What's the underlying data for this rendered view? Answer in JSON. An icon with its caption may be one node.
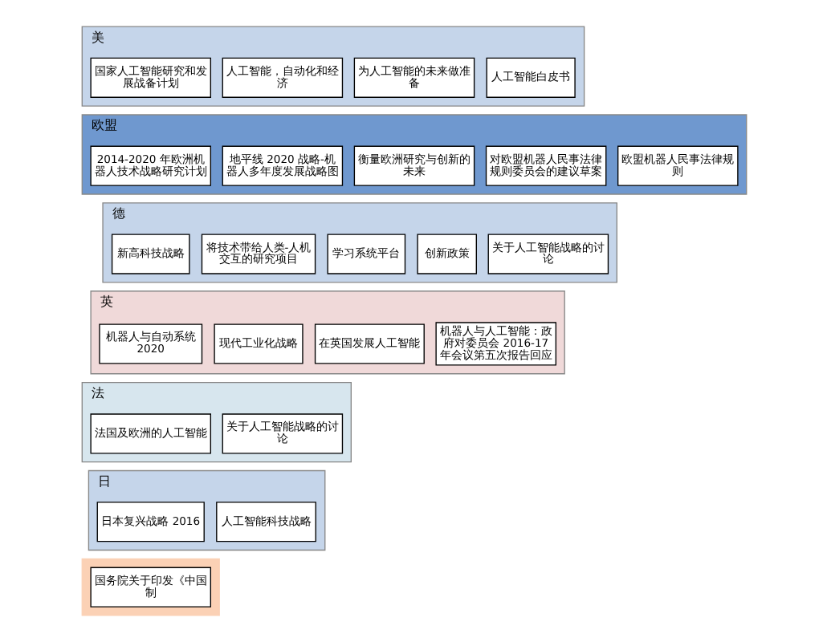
{
  "diagram": {
    "nodes": [
      {
        "text": [
          "美"
        ]
      },
      {
        "text": [
          "国家人工智能研究和发展战备计划"
        ],
        "in": 0
      },
      {
        "text": [
          "人工智能，自动化和经济"
        ],
        "in": 0
      },
      {
        "text": [
          "为人工智能的未来做准备"
        ],
        "in": 0
      },
      {
        "text": [
          "人工智能白皮书"
        ],
        "in": 0
      },
      {
        "text": [
          "欧盟"
        ]
      },
      {
        "text": [
          "2014-2020 年欧洲机器人技术战略研究计划"
        ],
        "in": 5
      },
      {
        "text": [
          "地平线 2020 战略-机器人多年度发展战略图"
        ],
        "in": 5
      },
      {
        "text": [
          "衡量欧洲研究与创新的未来"
        ],
        "in": 5
      },
      {
        "text": [
          "对欧盟机器人民事法律规则委员会的建议草案"
        ],
        "in": 5
      },
      {
        "text": [
          "欧盟机器人民事法律规则"
        ],
        "in": 5
      },
      {
        "text": [
          "德"
        ]
      },
      {
        "text": [
          "新高科技战略"
        ],
        "in": 11
      },
      {
        "text": [
          "将技术带给人类-人机交互的研究项目"
        ],
        "in": 11
      },
      {
        "text": [
          "学习系统平台"
        ],
        "in": 11
      },
      {
        "text": [
          "创新政策"
        ],
        "in": 11
      },
      {
        "text": [
          "关于人工智能战略的讨论"
        ],
        "in": 11
      },
      {
        "text": [
          "英"
        ]
      },
      {
        "text": [
          "机器人与自动系统 2020"
        ],
        "in": 17
      },
      {
        "text": [
          "现代工业化战略"
        ],
        "in": 17
      },
      {
        "text": [
          "在英国发展人工智能"
        ],
        "in": 17
      },
      {
        "text": [
          "机器人与人工智能：政府对委员会 2016-17 年会议第五次报告回应"
        ],
        "in": 17
      },
      {
        "text": [
          "法"
        ]
      },
      {
        "text": [
          "法国及欧洲的人工智能"
        ],
        "in": 22
      },
      {
        "text": [
          "关于人工智能战略的讨论"
        ],
        "in": 22
      },
      {
        "text": [
          "日"
        ]
      },
      {
        "text": [
          "日本复兴战略 2016"
        ],
        "in": 25
      },
      {
        "text": [
          "人工智能科技战略"
        ],
        "in": 25
      },
      {
        "text": [],
        "shape": "band"
      },
      {
        "text": [
          "国务院关于印发《中国制"
        ],
        "in": 28
      }
    ]
  }
}
